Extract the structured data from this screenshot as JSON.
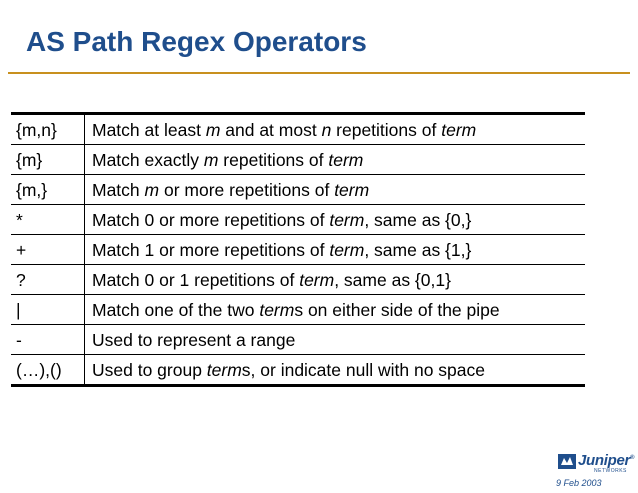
{
  "slide": {
    "title": "AS Path Regex Operators",
    "date": "9 Feb 2003"
  },
  "brand": {
    "logo_text": "Juniper",
    "logo_sub": "NETWORKS",
    "logo_mark": "®",
    "title_color": "#1f4e8c",
    "rule_color": "#c8901e"
  },
  "operators": [
    {
      "op": "{m,n}",
      "desc": [
        {
          "t": "Match at least "
        },
        {
          "t": "m",
          "i": true
        },
        {
          "t": " and at most "
        },
        {
          "t": "n",
          "i": true
        },
        {
          "t": " repetitions of "
        },
        {
          "t": "term",
          "i": true
        }
      ]
    },
    {
      "op": "{m}",
      "desc": [
        {
          "t": "Match exactly "
        },
        {
          "t": "m",
          "i": true
        },
        {
          "t": " repetitions of "
        },
        {
          "t": "term",
          "i": true
        }
      ]
    },
    {
      "op": "{m,}",
      "desc": [
        {
          "t": "Match "
        },
        {
          "t": "m",
          "i": true
        },
        {
          "t": " or more repetitions of "
        },
        {
          "t": "term",
          "i": true
        }
      ]
    },
    {
      "op": "*",
      "desc": [
        {
          "t": "Match 0 or more repetitions of "
        },
        {
          "t": "term",
          "i": true
        },
        {
          "t": ", same as {0,}"
        }
      ]
    },
    {
      "op": "+",
      "desc": [
        {
          "t": "Match 1 or more repetitions of "
        },
        {
          "t": "term",
          "i": true
        },
        {
          "t": ", same as {1,}"
        }
      ]
    },
    {
      "op": "?",
      "desc": [
        {
          "t": "Match 0 or 1 repetitions of "
        },
        {
          "t": "term",
          "i": true
        },
        {
          "t": ", same as {0,1}"
        }
      ]
    },
    {
      "op": "|",
      "desc": [
        {
          "t": "Match one of the two "
        },
        {
          "t": "term",
          "i": true
        },
        {
          "t": "s on either side of the pipe"
        }
      ]
    },
    {
      "op": "-",
      "desc": [
        {
          "t": "Used to represent a range"
        }
      ]
    },
    {
      "op": "(…),()",
      "desc": [
        {
          "t": "Used to group "
        },
        {
          "t": "term",
          "i": true
        },
        {
          "t": "s, or indicate null with no space"
        }
      ]
    }
  ]
}
